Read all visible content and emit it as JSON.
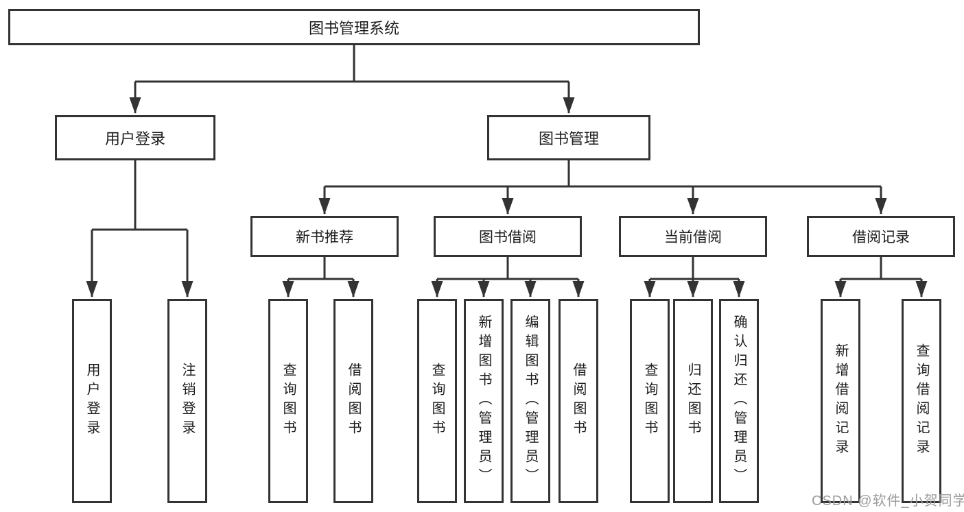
{
  "diagram": {
    "root": {
      "label": "图书管理系统"
    },
    "level2": [
      {
        "label": "用户登录"
      },
      {
        "label": "图书管理"
      }
    ],
    "level3": [
      {
        "label": "新书推荐"
      },
      {
        "label": "图书借阅"
      },
      {
        "label": "当前借阅"
      },
      {
        "label": "借阅记录"
      }
    ],
    "leaves": [
      {
        "label": "用户登录"
      },
      {
        "label": "注销登录"
      },
      {
        "label": "查询图书"
      },
      {
        "label": "借阅图书"
      },
      {
        "label": "查询图书"
      },
      {
        "label": "新增图书（管理员）"
      },
      {
        "label": "编辑图书（管理员）"
      },
      {
        "label": "借阅图书"
      },
      {
        "label": "查询图书"
      },
      {
        "label": "归还图书"
      },
      {
        "label": "确认归还（管理员）"
      },
      {
        "label": "新增借阅记录"
      },
      {
        "label": "查询借阅记录"
      }
    ]
  },
  "watermark": {
    "text": "CSDN @软件_小贺同学"
  },
  "colors": {
    "line": "#333333",
    "box_border": "#333333",
    "text": "#1c1c1c",
    "watermark": "#9c9c9c",
    "background": "#ffffff"
  }
}
